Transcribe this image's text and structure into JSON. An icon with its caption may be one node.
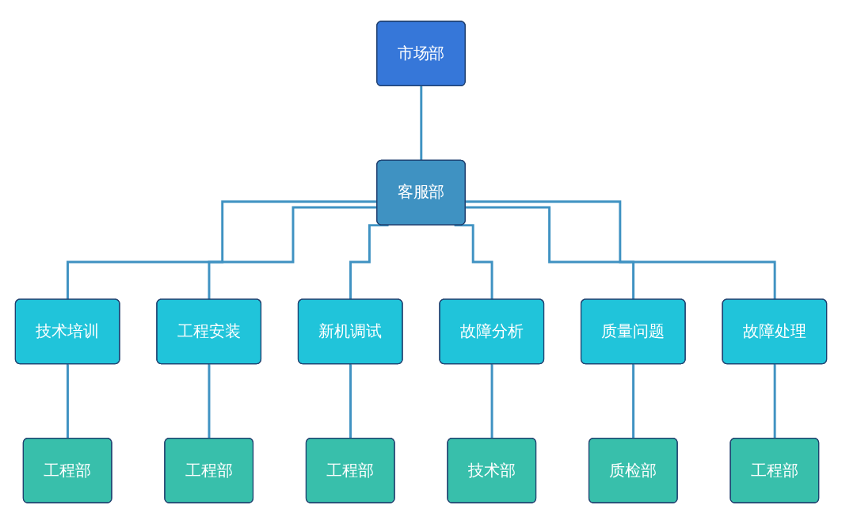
{
  "diagram": {
    "nodes": [
      {
        "text": [
          "市场部"
        ]
      },
      {
        "text": [
          "客服部"
        ]
      },
      {
        "text": [
          "技术培训"
        ]
      },
      {
        "text": [
          "工程安装"
        ]
      },
      {
        "text": [
          "新机调试"
        ]
      },
      {
        "text": [
          "故障分析"
        ]
      },
      {
        "text": [
          "质量问题"
        ]
      },
      {
        "text": [
          "故障处理"
        ]
      },
      {
        "text": [
          "工程部"
        ]
      },
      {
        "text": [
          "工程部"
        ]
      },
      {
        "text": [
          "工程部"
        ]
      },
      {
        "text": [
          "技术部"
        ]
      },
      {
        "text": [
          "质检部"
        ]
      },
      {
        "text": [
          "工程部"
        ]
      }
    ],
    "edges": [
      {
        "from": 0,
        "to": 1,
        "arrow": "none"
      },
      {
        "from": 1,
        "to": 2,
        "arrow": "none"
      },
      {
        "from": 1,
        "to": 3,
        "arrow": "none"
      },
      {
        "from": 1,
        "to": 4,
        "arrow": "none"
      },
      {
        "from": 1,
        "to": 5,
        "arrow": "none"
      },
      {
        "from": 1,
        "to": 6,
        "arrow": "none"
      },
      {
        "from": 1,
        "to": 7,
        "arrow": "none"
      },
      {
        "from": 2,
        "to": 8,
        "arrow": "none"
      },
      {
        "from": 3,
        "to": 9,
        "arrow": "none"
      },
      {
        "from": 4,
        "to": 10,
        "arrow": "none"
      },
      {
        "from": 5,
        "to": 11,
        "arrow": "none"
      },
      {
        "from": 6,
        "to": 12,
        "arrow": "none"
      },
      {
        "from": 7,
        "to": 13,
        "arrow": "none"
      }
    ]
  }
}
